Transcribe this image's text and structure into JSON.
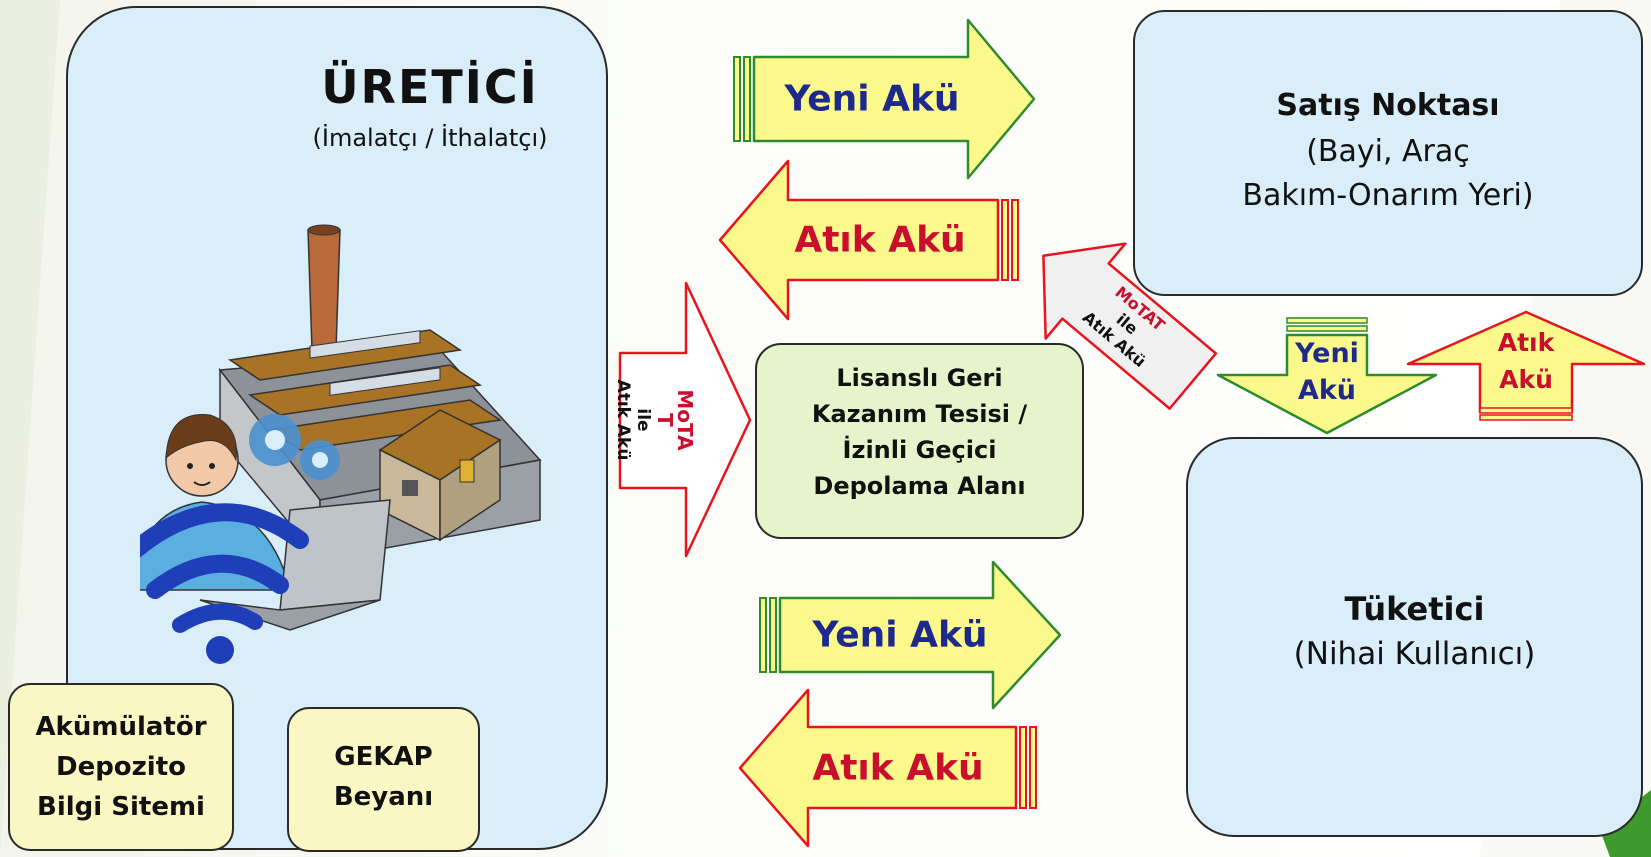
{
  "producer": {
    "title": "ÜRETİCİ",
    "subtitle": "(İmalatçı / İthalatçı)"
  },
  "sub_boxes": [
    {
      "lines": [
        "Akümülatör",
        "Depozito",
        "Bilgi Sitemi"
      ]
    },
    {
      "lines": [
        "GEKAP",
        "Beyanı"
      ]
    }
  ],
  "sales_point": {
    "title": "Satış Noktası",
    "lines": [
      "(Bayi, Araç",
      "Bakım-Onarım Yeri)"
    ]
  },
  "recycling": {
    "lines": [
      "Lisanslı Geri",
      "Kazanım Tesisi /",
      "İzinli Geçici",
      "Depolama Alanı"
    ]
  },
  "consumer": {
    "title": "Tüketici",
    "subtitle": "(Nihai Kullanıcı)"
  },
  "arrows": {
    "new_1": "Yeni Akü",
    "waste_1": "Atık Akü",
    "new_2": "Yeni Akü",
    "waste_2": "Atık Akü",
    "vertical_motat": [
      "MoTA",
      "T",
      "ile",
      "Atık Akü"
    ],
    "diagonal_motat": [
      "MoTAT",
      "ile",
      "Atık Akü"
    ],
    "small_new": [
      "Yeni",
      "Akü"
    ],
    "small_waste": [
      "Atık",
      "Akü"
    ]
  },
  "colors": {
    "yellow_arrow": "#fbf88c",
    "green_border": "#2e8b2e",
    "red_border": "#e8141e",
    "blue_text": "#1d2a8c",
    "red_text": "#c8102e"
  }
}
